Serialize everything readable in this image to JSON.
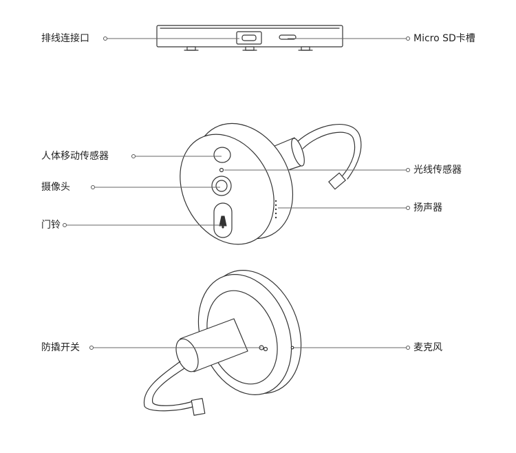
{
  "labels": {
    "ribbon_port": "排线连接口",
    "micro_sd": "Micro SD卡槽",
    "pir_sensor": "人体移动传感器",
    "light_sensor": "光线传感器",
    "camera": "摄像头",
    "speaker": "扬声器",
    "doorbell": "门铃",
    "tamper_switch": "防撬开关",
    "microphone": "麦克风"
  }
}
